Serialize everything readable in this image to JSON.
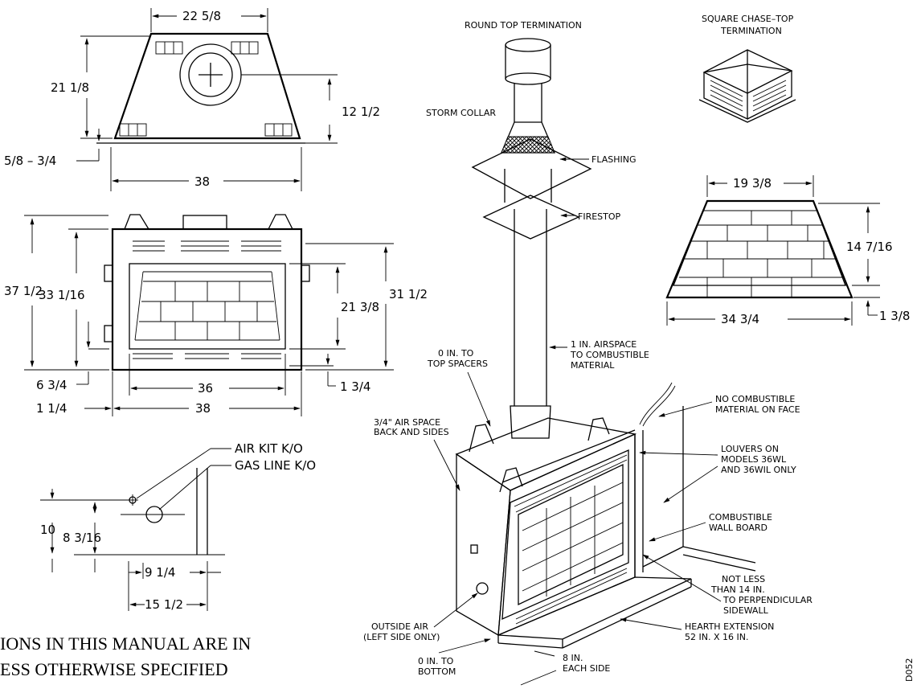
{
  "top_view": {
    "width_top": "22 5/8",
    "depth": "21 1/8",
    "flue_offset": "12 1/2",
    "bottom_offset": "5/8 – 3/4",
    "width_bottom": "38"
  },
  "front_view": {
    "overall_height": "37 1/2",
    "frame_height": "33 1/16",
    "opening_height": "21 3/8",
    "right_height": "31 1/2",
    "base_height": "6 3/4",
    "right_base": "1 3/4",
    "opening_width": "36",
    "left_offset": "1 1/4",
    "overall_width": "38"
  },
  "knockout_view": {
    "air_kit": "AIR KIT K/O",
    "gas_line": "GAS LINE K/O",
    "height_10": "10",
    "height_8": "8 3/16",
    "width_9": "9 1/4",
    "width_15": "15 1/2"
  },
  "chimney": {
    "round_top": "ROUND TOP TERMINATION",
    "storm_collar": "STORM COLLAR",
    "flashing": "FLASHING",
    "firestop": "FIRESTOP",
    "top_spacers_1": "0 IN. TO",
    "top_spacers_2": "TOP SPACERS",
    "airspace_1": "1 IN. AIRSPACE",
    "airspace_2": "TO COMBUSTIBLE",
    "airspace_3": "MATERIAL"
  },
  "chase_top": {
    "title_1": "SQUARE CHASE–TOP",
    "title_2": "TERMINATION"
  },
  "brick_panel": {
    "top_width": "19 3/8",
    "height": "14 7/16",
    "bottom_width": "34 3/4",
    "base": "1 3/8"
  },
  "callouts": {
    "air_space_1": "3/4\" AIR SPACE",
    "air_space_2": "BACK AND SIDES",
    "no_comb_1": "NO COMBUSTIBLE",
    "no_comb_2": "MATERIAL ON FACE",
    "louvers_1": "LOUVERS ON",
    "louvers_2": "MODELS 36WL",
    "louvers_3": "AND 36WIL ONLY",
    "wall_1": "COMBUSTIBLE",
    "wall_2": "WALL BOARD",
    "perp_1": "NOT LESS",
    "perp_2": "THAN 14 IN.",
    "perp_3": "TO PERPENDICULAR",
    "perp_4": "SIDEWALL",
    "hearth_1": "HEARTH EXTENSION",
    "hearth_2": "52 IN. X 16 IN.",
    "outside_1": "OUTSIDE AIR",
    "outside_2": "(LEFT SIDE ONLY)",
    "bottom_1": "0 IN. TO",
    "bottom_2": "BOTTOM",
    "side_1": "8 IN.",
    "side_2": "EACH SIDE"
  },
  "footnote": {
    "line1": "IONS IN THIS MANUAL ARE IN",
    "line2": "ESS OTHERWISE SPECIFIED"
  },
  "drawing_code": "D052"
}
